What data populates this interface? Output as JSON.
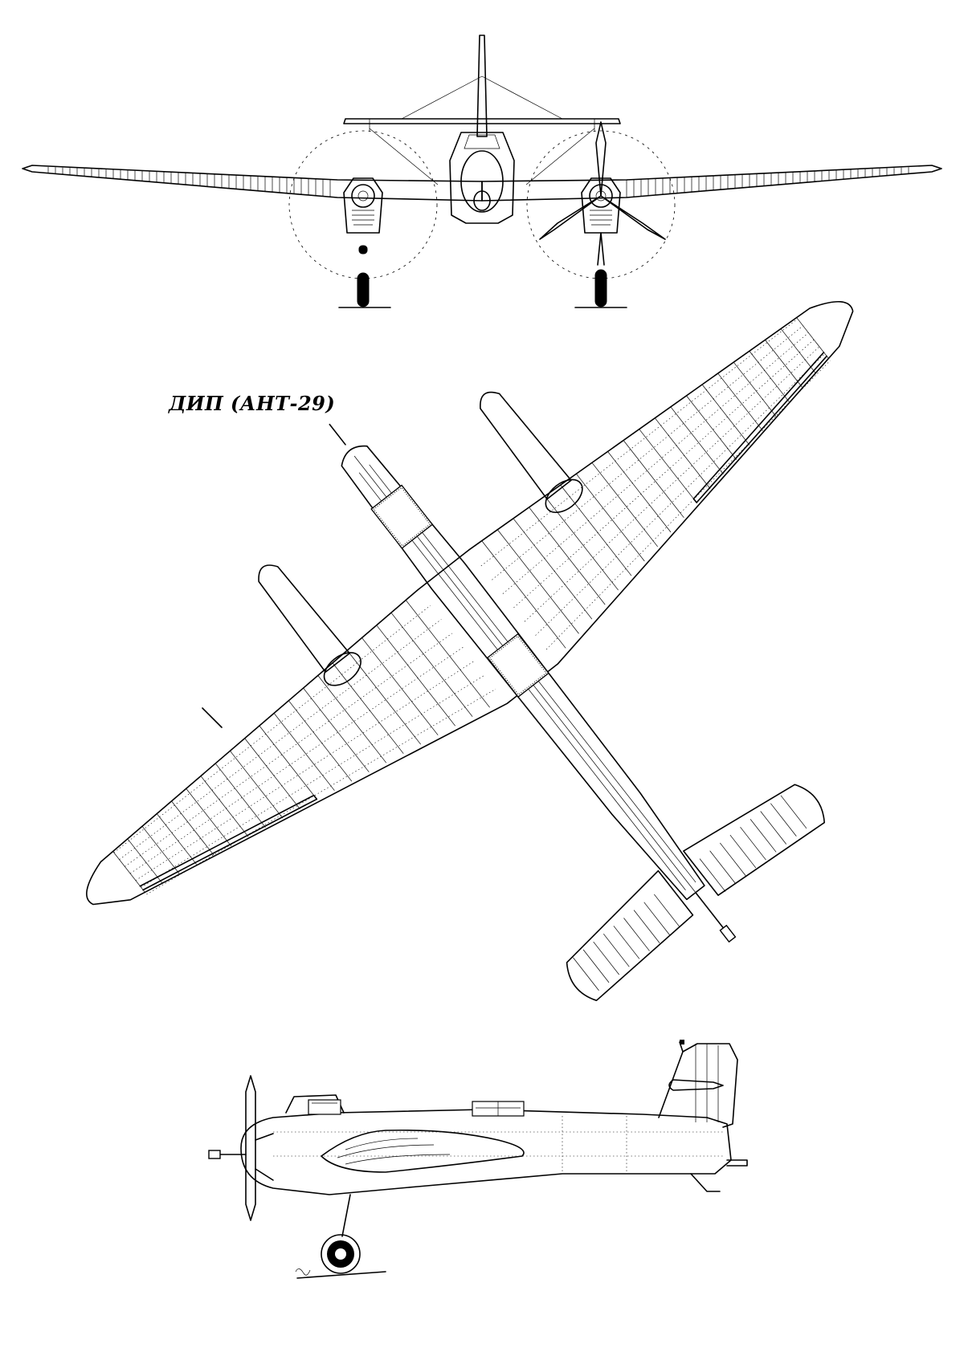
{
  "drawing": {
    "title": "ДИП (АНТ-29)",
    "views": [
      "front",
      "top",
      "side"
    ],
    "line_color": "#000000",
    "background": "#ffffff"
  }
}
